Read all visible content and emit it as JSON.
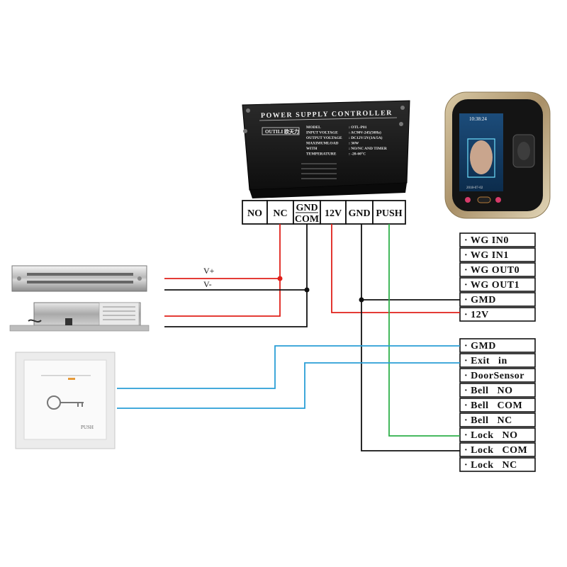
{
  "power_supply": {
    "title": "POWER SUPPLY CONTROLLER",
    "brand": "OUTILI 欧天力",
    "spec_keys": [
      "MODEL",
      "INPUT VOLTAGE",
      "OUTPUT VOLTAGE",
      "MAXIMUMLOAD",
      "WITH",
      "TEMPERATURE"
    ],
    "spec_values": [
      ": OTL-P01",
      ": AC90V-245(50Hz)",
      ": DC12V/2V(3A/5A)",
      ": 36W",
      ": NO/NC AND TIMER",
      ": -20-60°C"
    ],
    "terminals": [
      {
        "label": "NO"
      },
      {
        "label": "NC"
      },
      {
        "label": "GND",
        "sub": "COM"
      },
      {
        "label": "12V"
      },
      {
        "label": "GND"
      },
      {
        "label": "PUSH"
      }
    ]
  },
  "lock_wires": {
    "v_plus": "V+",
    "v_minus": "V-"
  },
  "exit_button": {
    "text": "PUSH"
  },
  "device": {
    "time": "10:38:24",
    "date": "2018-07-02"
  },
  "pins": [
    {
      "label": "· WG IN0"
    },
    {
      "label": "· WG IN1"
    },
    {
      "label": "· WG OUT0"
    },
    {
      "label": "· WG OUT1"
    },
    {
      "label": "· GMD"
    },
    {
      "label": "· 12V"
    },
    {
      "label": "· GMD"
    },
    {
      "label": "· Exit   in"
    },
    {
      "label": "· DoorSensor"
    },
    {
      "label": "· Bell   NO"
    },
    {
      "label": "· Bell   COM"
    },
    {
      "label": "· Bell   NC"
    },
    {
      "label": "· Lock   NO"
    },
    {
      "label": "· Lock   COM"
    },
    {
      "label": "· Lock   NC"
    }
  ],
  "colors": {
    "red": "#e0201a",
    "black": "#111111",
    "blue": "#2a9fd6",
    "green": "#2fb04a"
  }
}
